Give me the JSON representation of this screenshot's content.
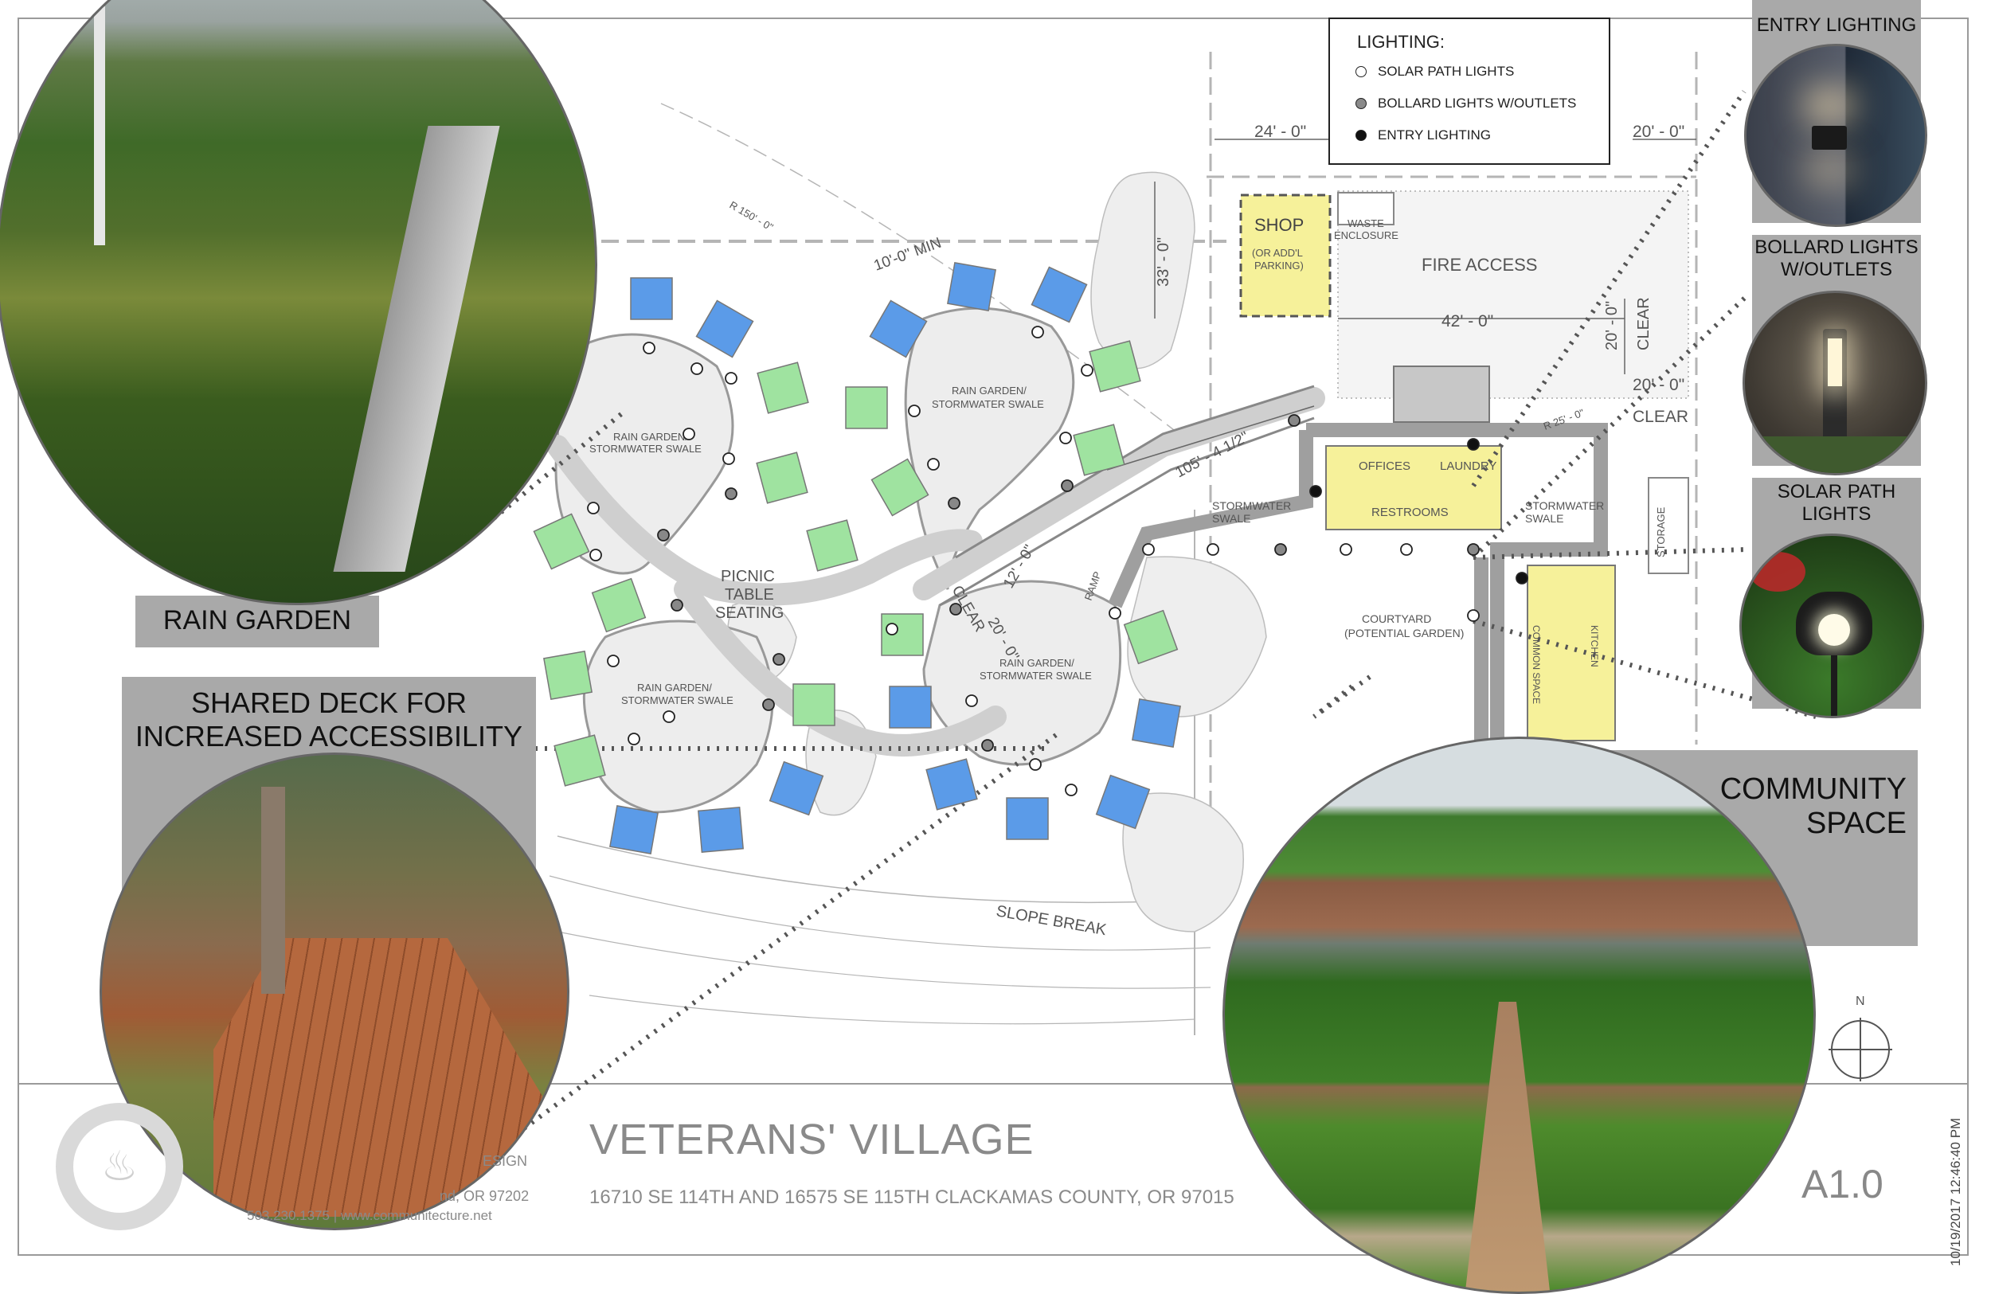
{
  "legend": {
    "title": "LIGHTING:",
    "items": [
      {
        "label": "SOLAR PATH LIGHTS",
        "color": "#ffffff"
      },
      {
        "label": "BOLLARD LIGHTS W/OUTLETS",
        "color": "#8a8a8a"
      },
      {
        "label": "ENTRY LIGHTING",
        "color": "#111111"
      }
    ]
  },
  "callouts": {
    "rain_garden": "RAIN GARDEN",
    "shared_deck_1": "SHARED DECK FOR",
    "shared_deck_2": "INCREASED ACCESSIBILITY",
    "community_1": "COMMUNITY",
    "community_2": "SPACE",
    "entry_lighting": "ENTRY LIGHTING",
    "bollard_1": "BOLLARD LIGHTS",
    "bollard_2": "W/OUTLETS",
    "solar_1": "SOLAR PATH",
    "solar_2": "LIGHTS"
  },
  "plan": {
    "dim_24": "24' - 0\"",
    "dim_20_top": "20' - 0\"",
    "dim_42": "42' - 0\"",
    "dim_33": "33' - 0\"",
    "dim_20_v": "20' - 0\"",
    "dim_20_mid": "20' - 0\"",
    "dim_10_min": "10'-0\" MIN",
    "dim_105": "105' - 4 1/2\"",
    "dim_12": "12' - 0\"",
    "dim_20_clear": "20' - 0\"",
    "radius_150": "R 150' - 0\"",
    "radius_25": "R 25' - 0\"",
    "shop": "SHOP",
    "shop_note_1": "(OR ADD'L",
    "shop_note_2": "PARKING)",
    "waste_1": "WASTE",
    "waste_2": "ENCLOSURE",
    "fire_access": "FIRE ACCESS",
    "clear_1": "CLEAR",
    "clear_2": "CLEAR",
    "clear_3": "CLEAR",
    "offices": "OFFICES",
    "laundry": "LAUNDRY",
    "restrooms": "RESTROOMS",
    "stormwater_swale_1a": "STORMWATER",
    "stormwater_swale_1b": "SWALE",
    "stormwater_swale_2a": "STORMWATER",
    "stormwater_swale_2b": "SWALE",
    "storage": "STORAGE",
    "courtyard_1": "COURTYARD",
    "courtyard_2": "(POTENTIAL GARDEN)",
    "common_space": "COMMON SPACE",
    "kitchen": "KITCHEN",
    "rain_garden_1a": "RAIN GARDEN/",
    "rain_garden_1b": "STORMWATER SWALE",
    "rain_garden_2a": "RAIN GARDEN/",
    "rain_garden_2b": "STORMWATER SWALE",
    "rain_garden_3a": "RAIN GARDEN/",
    "rain_garden_3b": "STORMWATER SWALE",
    "rain_garden_4a": "RAIN GARDEN/",
    "rain_garden_4b": "STORMWATER SWALE",
    "picnic_1": "PICNIC",
    "picnic_2": "TABLE",
    "picnic_3": "SEATING",
    "ramp": "RAMP",
    "slope_break": "SLOPE BREAK",
    "north": "N"
  },
  "title_block": {
    "project": "VETERANS' VILLAGE",
    "address": "16710 SE 114TH AND 16575 SE 115TH CLACKAMAS COUNTY, OR 97015",
    "sheet": "A1.0",
    "timestamp": "10/19/2017 12:46:40 PM",
    "firm_design": "ESIGN",
    "firm_city": "nd, OR 97202",
    "firm_contact": "503.230.1375  |  www.communitecture.net"
  },
  "colors": {
    "unit_blue": "#5b9be8",
    "unit_green": "#9fe3a0",
    "building_yellow": "#f6f19a",
    "callout_gray": "#a9a9a9"
  }
}
